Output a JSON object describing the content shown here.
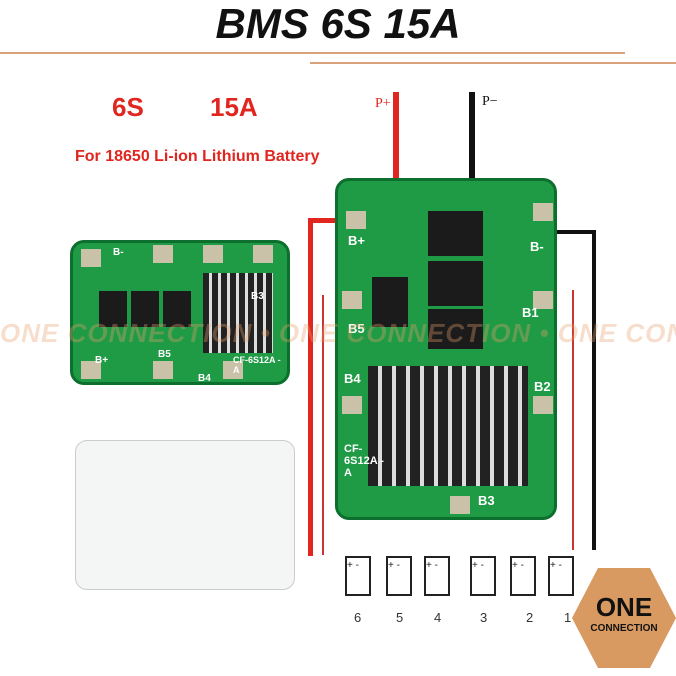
{
  "title": "BMS 6S 15A",
  "spec": {
    "cells": "6S",
    "current": "15A",
    "subtitle": "For 18650 Li-ion Lithium Battery"
  },
  "terminals": {
    "p_plus": "P+",
    "p_minus": "P−"
  },
  "board_labels": {
    "b_plus": "B+",
    "b_minus": "B-",
    "b1": "B1",
    "b2": "B2",
    "b3": "B3",
    "b4": "B4",
    "b5": "B5",
    "model": "CF-6S12A -A"
  },
  "small_board_labels": {
    "b_plus": "B+",
    "b_minus": "B-",
    "b3": "B3",
    "b4": "B4",
    "b5": "B5",
    "model": "CF-6S12A -A"
  },
  "batteries": [
    "6",
    "5",
    "4",
    "3",
    "2",
    "1"
  ],
  "battery_terminal": "+ -",
  "watermark": "ONE CONNECTION • ONE CONNECTION • ONE CONNECTION",
  "logo": {
    "line1": "ONE",
    "line2": "CONNECTION"
  },
  "colors": {
    "accent": "#d9a27a",
    "red": "#e0261f",
    "pcb": "#1f9a45"
  }
}
